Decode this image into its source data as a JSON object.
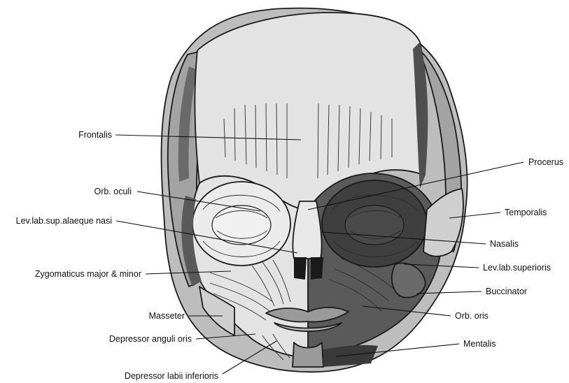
{
  "labels": {
    "frontalis": "Frontalis",
    "orb_oculi": "Orb. oculi",
    "lev_lab_sup_alaeque_nasi": "Lev.lab.sup.alaeque nasi",
    "zygomaticus": "Zygomaticus major & minor",
    "masseter": "Masseter",
    "depressor_anguli_oris": "Depressor anguli oris",
    "depressor_labii_inferioris": "Depressor labii inferioris",
    "procerus": "Procerus",
    "temporalis": "Temporalis",
    "nasalis": "Nasalis",
    "lev_lab_superioris": "Lev.lab.superioris",
    "buccinator": "Buccinator",
    "orb_oris": "Orb. oris",
    "mentalis": "Mentalis"
  },
  "colors": {
    "light_muscle": "#e3e3e3",
    "mid_muscle": "#a3a3a3",
    "dark_muscle": "#5a5a5a",
    "darker_muscle": "#3f3f3f",
    "outline": "#1a1a1a"
  }
}
